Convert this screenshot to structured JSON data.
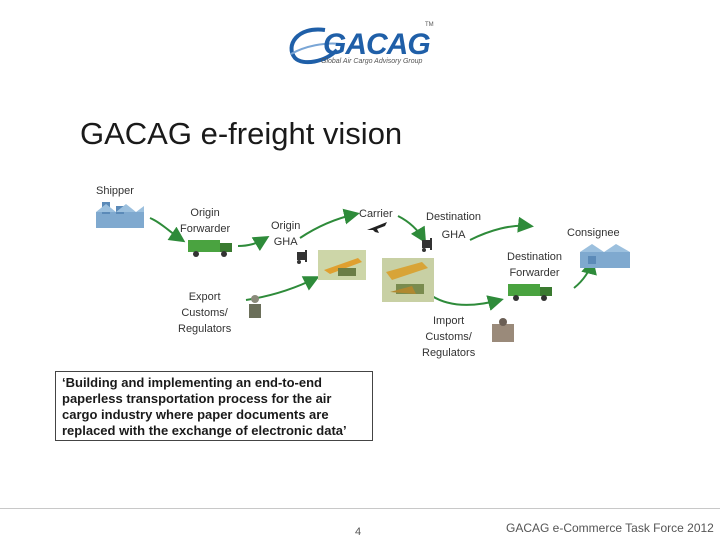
{
  "logo": {
    "name": "GACAG",
    "tagline": "Global Air Cargo Advisory Group",
    "tm": "TM"
  },
  "title": "GACAG e-freight vision",
  "nodes": {
    "shipper": "Shipper",
    "origin_forwarder": [
      "Origin",
      "Forwarder"
    ],
    "origin_gha": [
      "Origin",
      "GHA"
    ],
    "carrier": "Carrier",
    "destination_gha": [
      "Destination",
      "GHA"
    ],
    "consignee": "Consignee",
    "destination_forwarder": [
      "Destination",
      "Forwarder"
    ],
    "export_customs": [
      "Export",
      "Customs/",
      "Regulators"
    ],
    "import_customs": [
      "Import",
      "Customs/",
      "Regulators"
    ]
  },
  "quote": "‘Building and implementing an end-to-end paperless transportation process for the air cargo industry where paper documents are replaced with the exchange of electronic data’",
  "footer": {
    "page": "4",
    "text": "GACAG e-Commerce Task Force 2012"
  },
  "colors": {
    "arrow": "#2e8b3a",
    "logo_blue": "#1f5fa8",
    "truck": "#4aa340"
  }
}
